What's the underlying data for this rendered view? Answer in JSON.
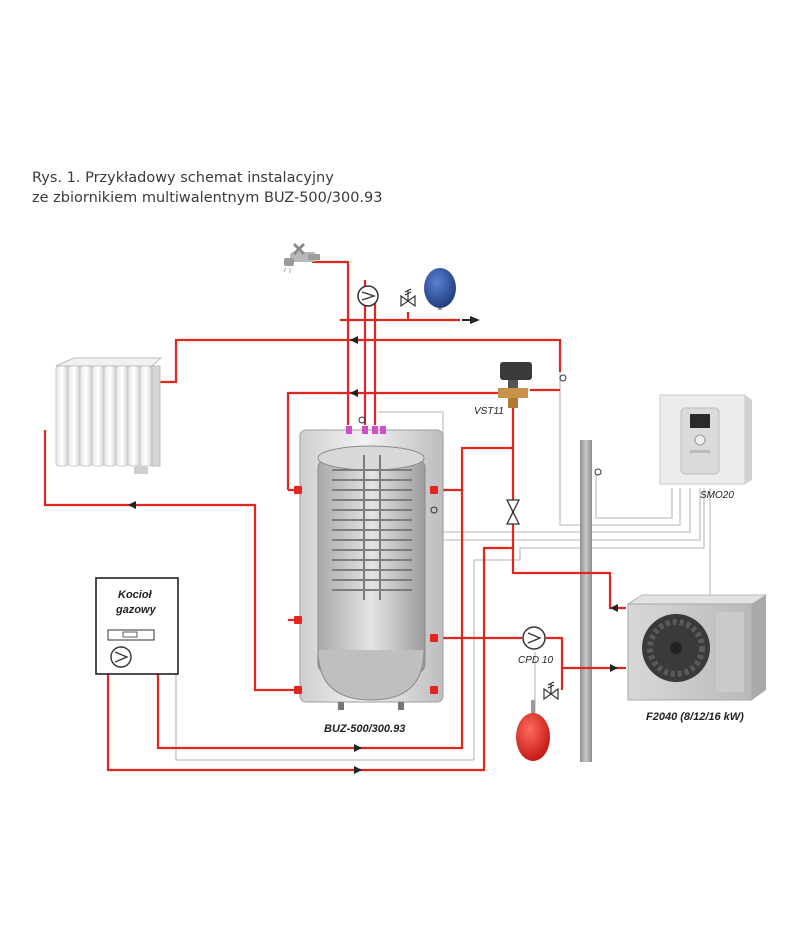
{
  "caption": {
    "line1": "Rys. 1. Przykładowy schemat instalacyjny",
    "line2": "ze zbiornikiem multiwalentnym BUZ-500/300.93"
  },
  "labels": {
    "tank": "BUZ-500/300.93",
    "valve": "VST11",
    "pump": "CPD 10",
    "controller": "SMO20",
    "heat_pump": "F2040 (8/12/16 kW)",
    "boiler_line1": "Kocioł",
    "boiler_line2": "gazowy"
  },
  "icons": [
    "tap-icon",
    "pump-icon",
    "safety-valve-icon",
    "expansion-vessel-icon",
    "three-way-valve-icon",
    "radiator-icon"
  ],
  "colors": {
    "pipe_red": "#e2261f",
    "signal_grey": "#c4c4c4",
    "vessel_blue": "#2a4f9c",
    "vessel_red": "#e2261f"
  }
}
